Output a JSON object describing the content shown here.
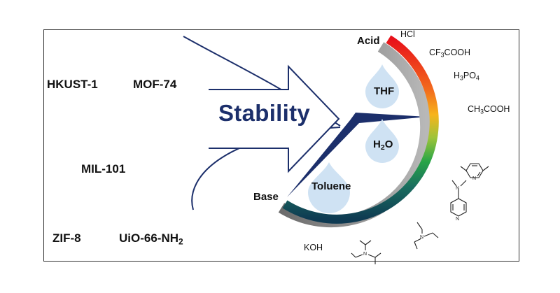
{
  "mofs": {
    "hkust": "HKUST-1",
    "mof74": "MOF-74",
    "mil101": "MIL-101",
    "zif8": "ZIF-8",
    "uio_main": "UiO-66-NH",
    "uio_sub": "2"
  },
  "title": "Stability",
  "ends": {
    "acid": "Acid",
    "base": "Base"
  },
  "acids": {
    "hcl": "HCl",
    "tfa_a": "CF",
    "tfa_sub": "3",
    "tfa_b": "COOH",
    "h3po4_a": "H",
    "h3po4_sub1": "3",
    "h3po4_b": "PO",
    "h3po4_sub2": "4",
    "acoh_a": "CH",
    "acoh_sub": "3",
    "acoh_b": "COOH"
  },
  "bases": {
    "koh": "KOH",
    "n_label": "N"
  },
  "solvents": {
    "thf": "THF",
    "water_a": "H",
    "water_sub": "2",
    "water_b": "O",
    "toluene": "Toluene"
  },
  "colors": {
    "title": "#1c2f6b",
    "arrow": "#1c2f6b",
    "drop": "#cfe2f3",
    "arc_acid": "#e8111a",
    "arc_mid": "#f7a21b",
    "arc_green": "#27a547",
    "arc_base": "#0e3a52"
  }
}
